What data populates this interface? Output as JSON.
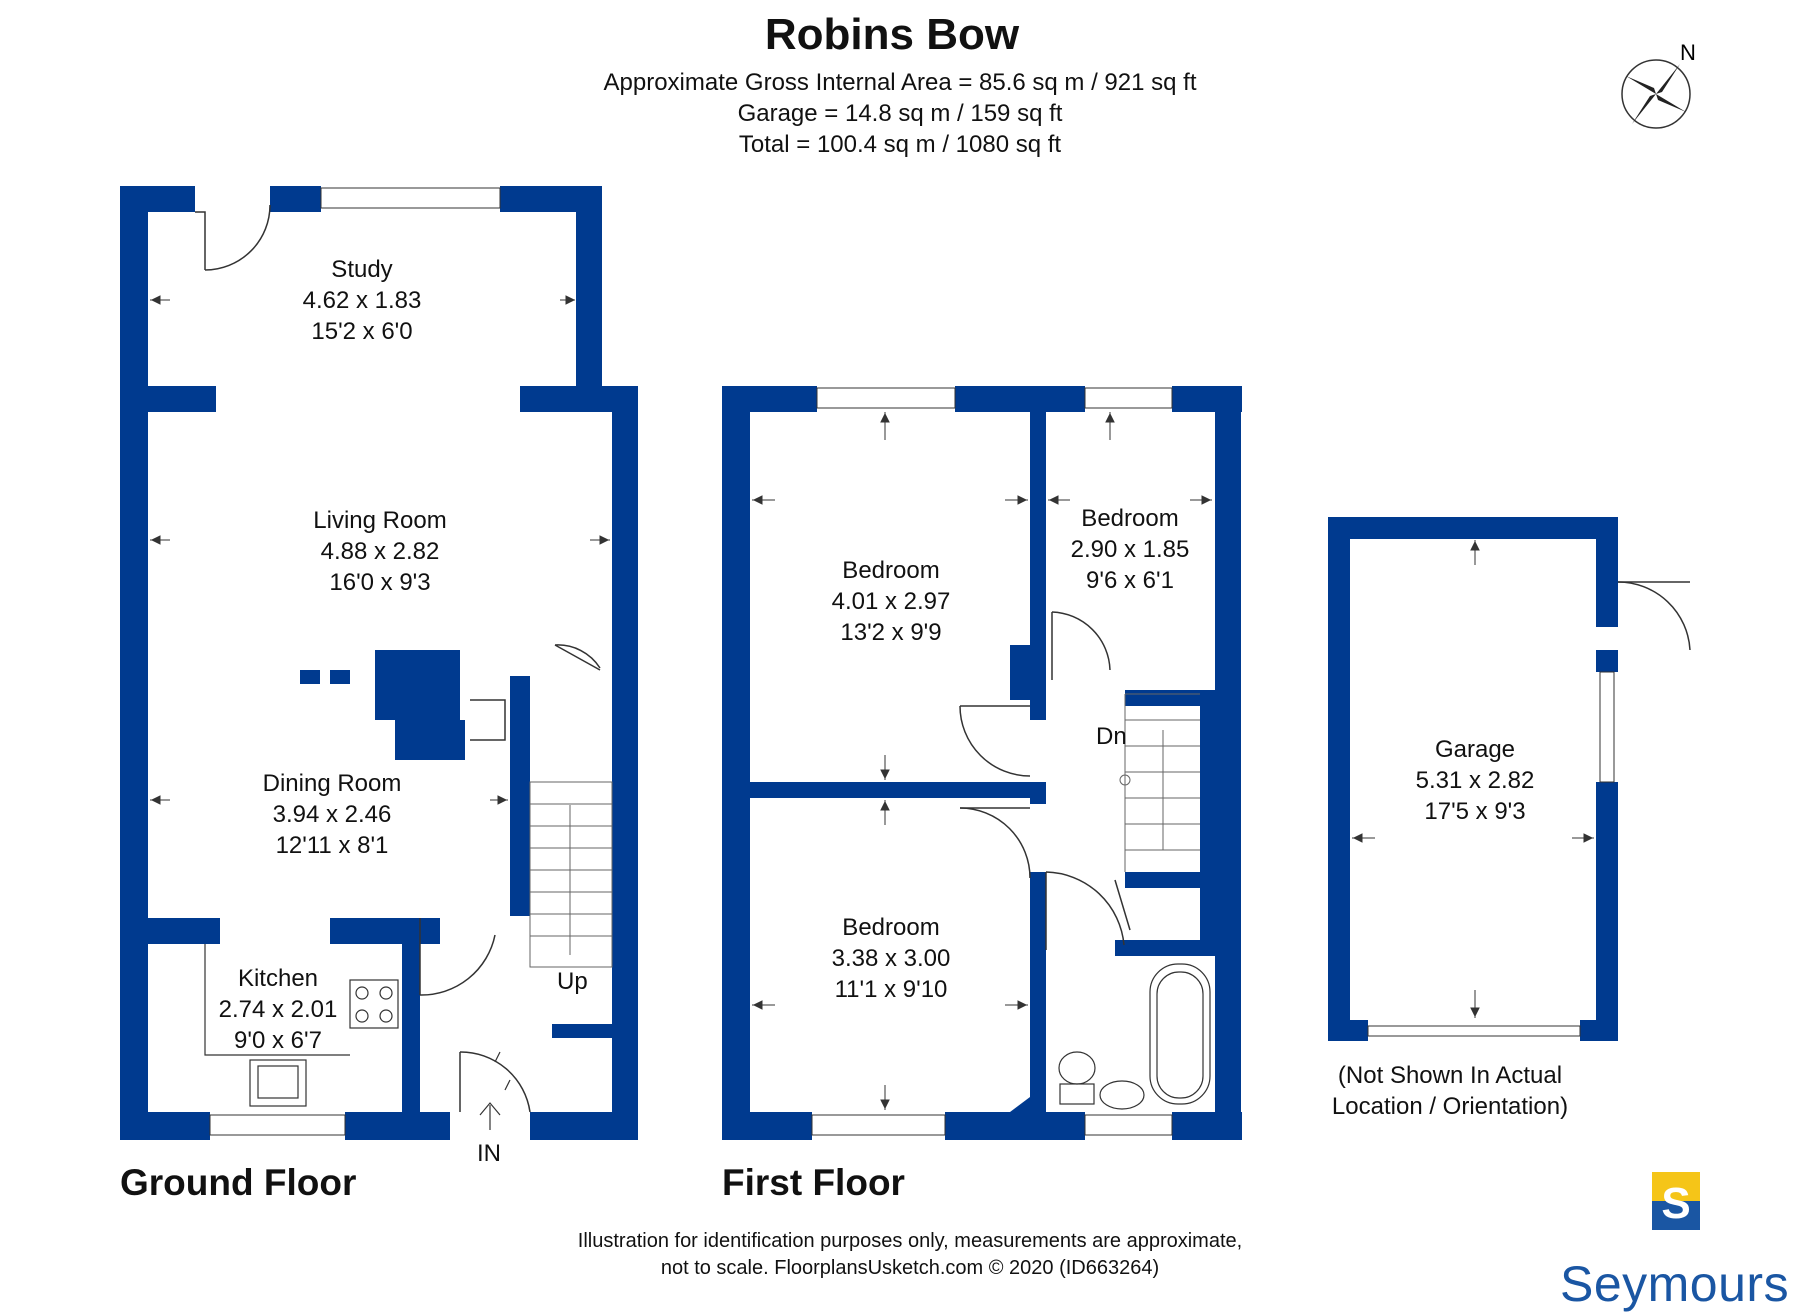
{
  "header": {
    "title": "Robins Bow",
    "area_line_1": "Approximate Gross Internal Area = 85.6 sq m / 921 sq ft",
    "area_line_2": "Garage = 14.8 sq m / 159 sq ft",
    "area_line_3": "Total = 100.4 sq m / 1080 sq ft"
  },
  "compass": {
    "label": "N"
  },
  "colors": {
    "wall": "#003a8f",
    "brand": "#1a56a3",
    "logo_yellow": "#f5c518"
  },
  "ground_floor": {
    "label": "Ground Floor",
    "rooms": {
      "study": {
        "name": "Study",
        "metric": "4.62 x 1.83",
        "imperial": "15'2 x 6'0"
      },
      "living": {
        "name": "Living Room",
        "metric": "4.88 x 2.82",
        "imperial": "16'0 x 9'3"
      },
      "dining": {
        "name": "Dining Room",
        "metric": "3.94 x 2.46",
        "imperial": "12'11 x 8'1"
      },
      "kitchen": {
        "name": "Kitchen",
        "metric": "2.74 x 2.01",
        "imperial": "9'0 x 6'7"
      }
    },
    "stairs_label": "Up",
    "entrance_label": "IN"
  },
  "first_floor": {
    "label": "First Floor",
    "rooms": {
      "bed1": {
        "name": "Bedroom",
        "metric": "4.01 x 2.97",
        "imperial": "13'2 x 9'9"
      },
      "bed2": {
        "name": "Bedroom",
        "metric": "2.90 x 1.85",
        "imperial": "9'6 x 6'1"
      },
      "bed3": {
        "name": "Bedroom",
        "metric": "3.38 x 3.00",
        "imperial": "11'1 x 9'10"
      }
    },
    "stairs_label": "Dn"
  },
  "garage": {
    "name": "Garage",
    "metric": "5.31 x 2.82",
    "imperial": "17'5 x 9'3",
    "note_line_1": "(Not Shown In Actual",
    "note_line_2": "Location / Orientation)"
  },
  "footer": {
    "disclaimer_line_1": "Illustration for identification purposes only, measurements are approximate,",
    "disclaimer_line_2": "not to scale. FloorplansUsketch.com © 2020 (ID663264)"
  },
  "brand": {
    "name": "Seymours",
    "logo_letter": "S"
  }
}
